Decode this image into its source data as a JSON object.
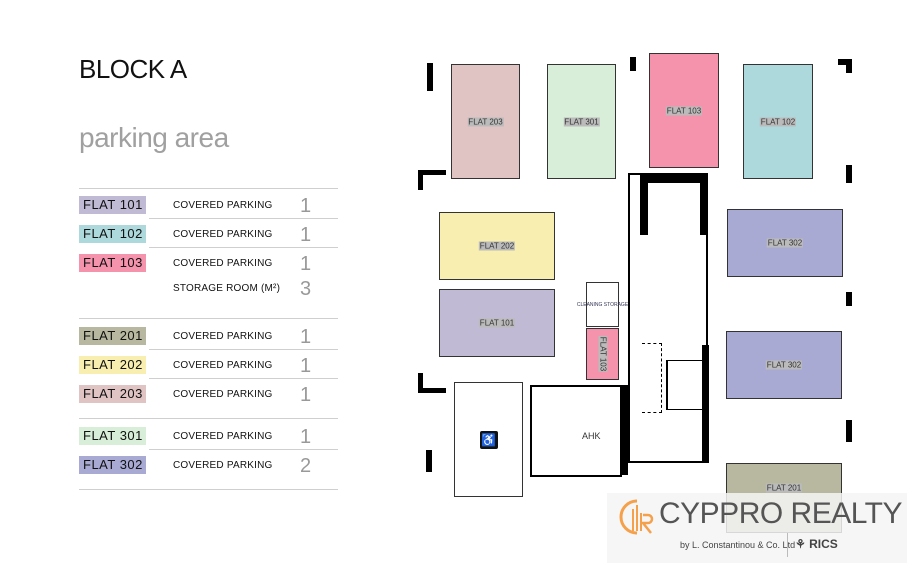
{
  "title": "BLOCK A",
  "subtitle": "parking area",
  "groups": [
    {
      "rows": [
        {
          "flat": "FLAT 101",
          "color": "#c0bad4",
          "items": [
            {
              "label": "COVERED PARKING",
              "value": "1"
            }
          ]
        },
        {
          "flat": "FLAT 102",
          "color": "#add8dc",
          "items": [
            {
              "label": "COVERED PARKING",
              "value": "1"
            }
          ]
        },
        {
          "flat": "FLAT 103",
          "color": "#f593ad",
          "items": [
            {
              "label": "COVERED PARKING",
              "value": "1"
            },
            {
              "label": "STORAGE ROOM (M²)",
              "value": "3"
            }
          ]
        }
      ]
    },
    {
      "rows": [
        {
          "flat": "FLAT 201",
          "color": "#b8b8a0",
          "items": [
            {
              "label": "COVERED PARKING",
              "value": "1"
            }
          ]
        },
        {
          "flat": "FLAT 202",
          "color": "#f8eeb0",
          "items": [
            {
              "label": "COVERED PARKING",
              "value": "1"
            }
          ]
        },
        {
          "flat": "FLAT 203",
          "color": "#e0c4c4",
          "items": [
            {
              "label": "COVERED PARKING",
              "value": "1"
            }
          ]
        }
      ]
    },
    {
      "rows": [
        {
          "flat": "FLAT 301",
          "color": "#d8eed8",
          "items": [
            {
              "label": "COVERED PARKING",
              "value": "1"
            }
          ]
        },
        {
          "flat": "FLAT 302",
          "color": "#a8aad4",
          "items": [
            {
              "label": "COVERED PARKING",
              "value": "2"
            }
          ]
        }
      ]
    }
  ],
  "plan": {
    "spaces": [
      "FLAT 203",
      "FLAT 301",
      "FLAT 103",
      "FLAT 102",
      "FLAT 202",
      "FLAT 302",
      "FLAT 101",
      "FLAT 302",
      "FLAT 201",
      "FLAT 103"
    ],
    "cleaning_storage": "CLEANING STORAGE",
    "ahk": "AHK",
    "accessible_icon": "♿"
  },
  "logo": {
    "name": "CYPPRO REALTY",
    "byline": "by L. Constantinou & Co. Ltd",
    "partner": "RICS",
    "accent": "#f5a04a"
  }
}
